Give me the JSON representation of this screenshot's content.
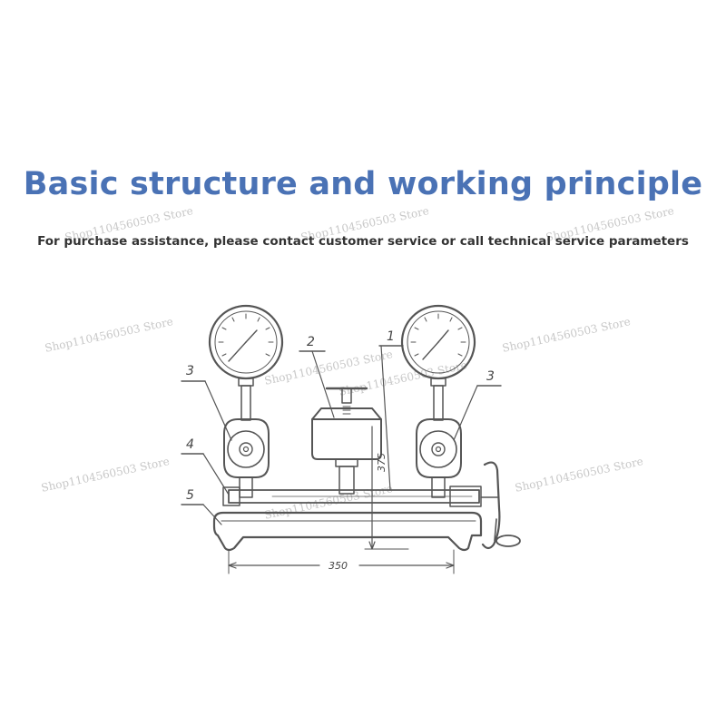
{
  "heading": {
    "title": "Basic structure and working principle",
    "subtitle": "For purchase assistance, please contact customer service or call technical service parameters"
  },
  "diagram": {
    "part_labels": [
      "3",
      "2",
      "1",
      "3",
      "4",
      "5"
    ],
    "dimension_width": "350",
    "dimension_height": "375"
  },
  "watermarks": [
    "Shop1104560503 Store",
    "Shop1104560503 Store",
    "Shop1104560503 Store",
    "Shop1104560503 Store",
    "Shop1104560503 Store",
    "Shop1104560503 Store",
    "Shop1104560503 Store",
    "Shop1104560503 Store",
    "Shop1104560503 Store",
    "Shop1104560503 Store"
  ]
}
